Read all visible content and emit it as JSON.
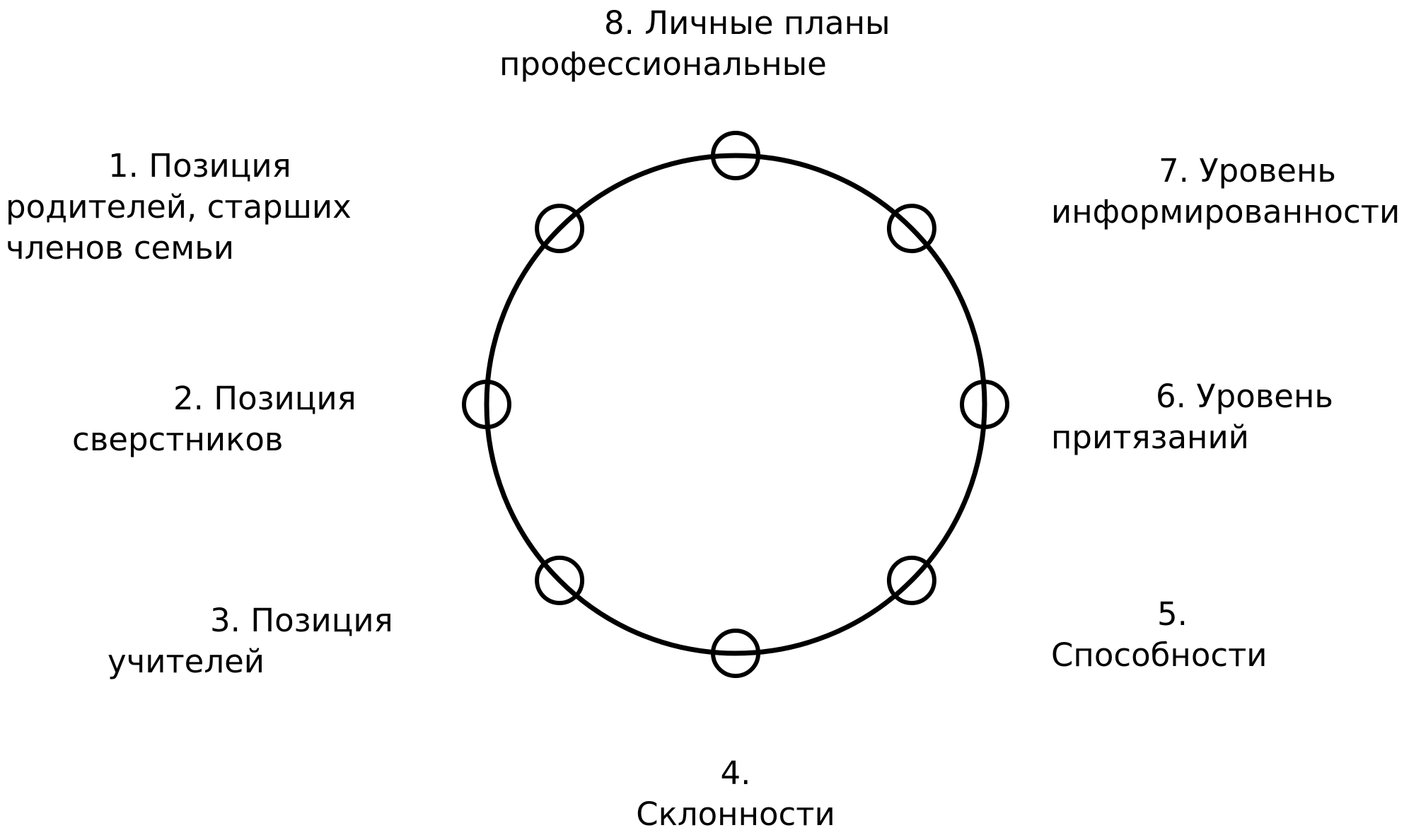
{
  "diagram": {
    "line_color": "#000000",
    "background_color": "#ffffff",
    "node_count": 8,
    "labels": {
      "l1": {
        "line1": "1. Позиция",
        "line2": "родителей, старших",
        "line3": "членов семьи"
      },
      "l2": {
        "line1": "2. Позиция",
        "line2": "сверстников"
      },
      "l3": {
        "line1": "3. Позиция",
        "line2": "учителей"
      },
      "l4": {
        "line1": "4.",
        "line2": "Склонности"
      },
      "l5": {
        "line1": "5.",
        "line2": "Способности"
      },
      "l6": {
        "line1": "6. Уровень",
        "line2": "притязаний"
      },
      "l7": {
        "line1": "7. Уровень",
        "line2": "информированности"
      },
      "l8": {
        "line1": "8. Личные планы",
        "line2": "профессиональные"
      }
    }
  }
}
